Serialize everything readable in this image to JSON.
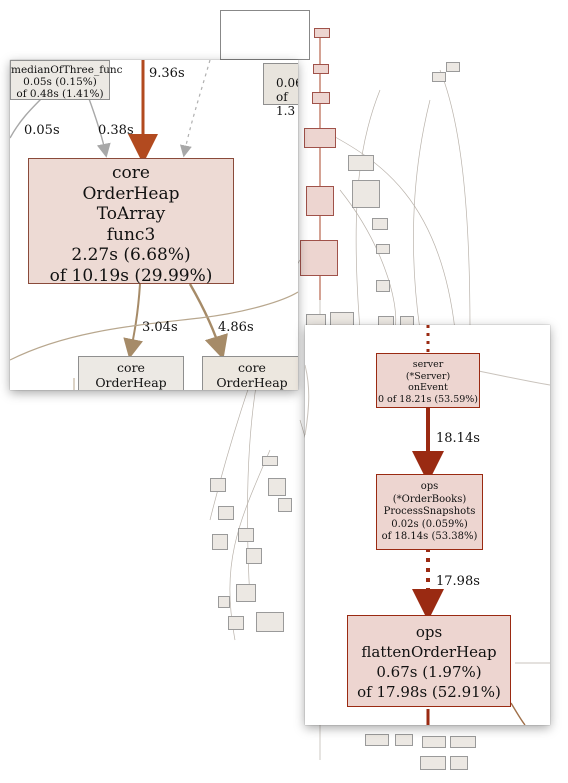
{
  "background": {
    "legend_box": {
      "color": "#ffffff"
    }
  },
  "panel_left": {
    "top_left_node": {
      "lines": [
        "medianOfThree_func",
        "0.05s (0.15%)",
        "of 0.48s (1.41%)"
      ]
    },
    "top_right_node_fragment": {
      "lines": [
        "0.06",
        "of 1.3"
      ]
    },
    "edge_labels": {
      "top_main": "9.36s",
      "left_a": "0.05s",
      "left_b": "0.38s",
      "bottom_left": "3.04s",
      "bottom_right": "4.86s"
    },
    "main_node": {
      "lines": [
        "core",
        "OrderHeap",
        "ToArray",
        "func3",
        "2.27s (6.68%)",
        "of 10.19s (29.99%)"
      ]
    },
    "child_left": {
      "lines": [
        "core",
        "OrderHeap"
      ]
    },
    "child_right": {
      "lines": [
        "core",
        "OrderHeap"
      ]
    },
    "colors": {
      "main_fill": "#eddad4",
      "main_edge": "#b24a1f",
      "node_border": "#8a4a3a"
    }
  },
  "panel_right": {
    "server_node": {
      "lines": [
        "server",
        "(*Server)",
        "onEvent",
        "0 of 18.21s (53.59%)"
      ]
    },
    "edge_1": "18.14s",
    "ops_node": {
      "lines": [
        "ops",
        "(*OrderBooks)",
        "ProcessSnapshots",
        "0.02s (0.059%)",
        "of 18.14s (53.38%)"
      ]
    },
    "edge_2": "17.98s",
    "flatten_node": {
      "lines": [
        "ops",
        "flattenOrderHeap",
        "0.67s (1.97%)",
        "of 17.98s (52.91%)"
      ]
    },
    "colors": {
      "fill": "#edd5d0",
      "border": "#9a2a12",
      "arrow": "#9a2a12"
    }
  }
}
